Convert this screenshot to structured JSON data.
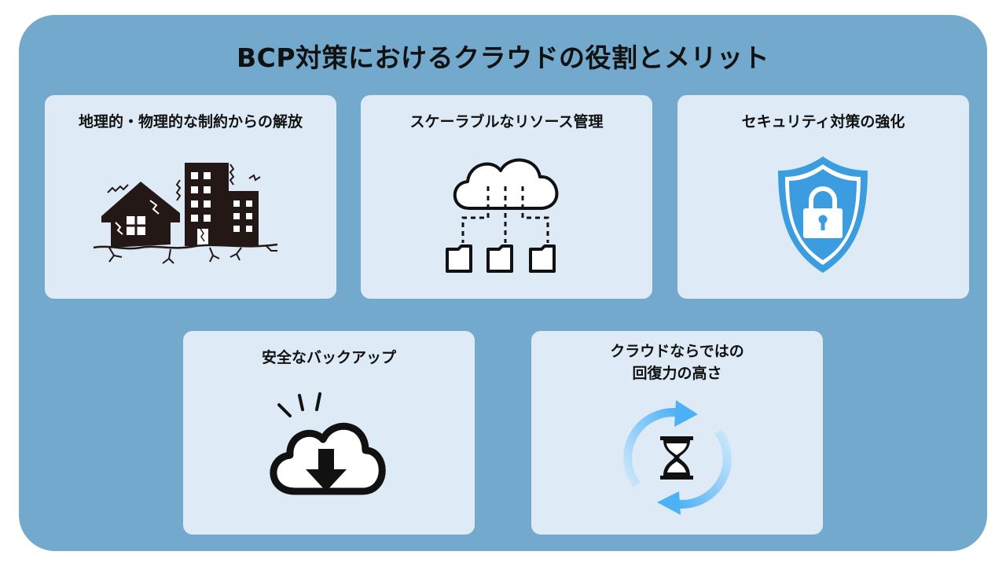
{
  "title": "BCP対策におけるクラウドの役割とメリット",
  "cards": [
    {
      "label": "地理的・物理的な制約からの解放",
      "icon": "damaged-buildings-icon"
    },
    {
      "label": "スケーラブルなリソース管理",
      "icon": "cloud-network-icon"
    },
    {
      "label": "セキュリティ対策の強化",
      "icon": "security-shield-icon"
    },
    {
      "label": "安全なバックアップ",
      "icon": "cloud-download-icon"
    },
    {
      "label_line1": "クラウドならではの",
      "label_line2": "回復力の高さ",
      "icon": "recovery-hourglass-icon"
    }
  ],
  "colors": {
    "panel": "#72a9cc",
    "card": "#deebf7",
    "shield": "#3b9de0",
    "cycle": "#4db1f5"
  }
}
